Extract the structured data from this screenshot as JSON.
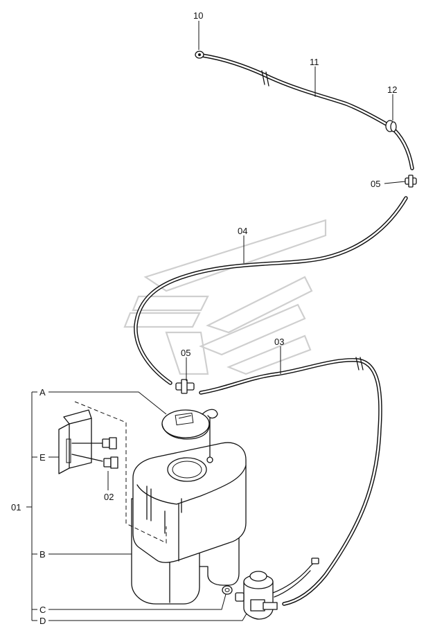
{
  "labels": {
    "p10": "10",
    "p11": "11",
    "p12": "12",
    "p05_top": "05",
    "p04": "04",
    "p05_mid": "05",
    "p03": "03",
    "p02": "02",
    "p01": "01",
    "a": "A",
    "b": "B",
    "c": "C",
    "d": "D",
    "e": "E"
  }
}
